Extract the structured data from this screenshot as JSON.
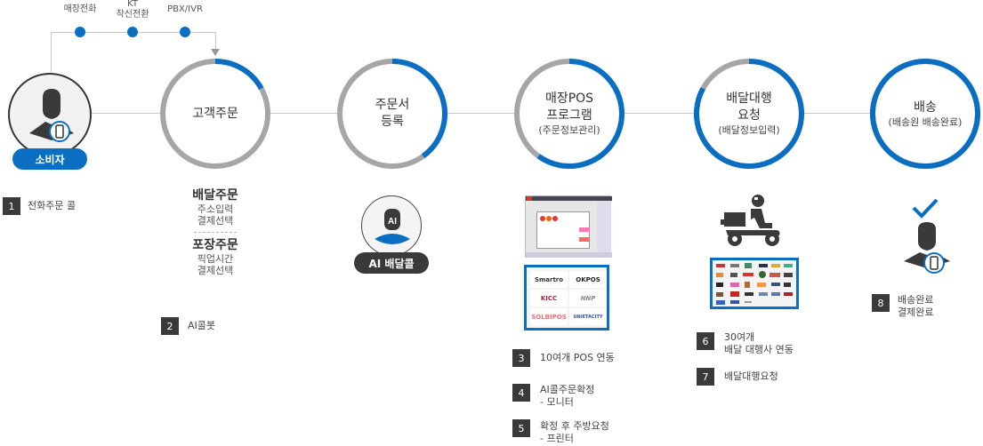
{
  "channels": [
    {
      "label": "매장전화"
    },
    {
      "label": "KT\n착신전환"
    },
    {
      "label": "PBX/IVR"
    }
  ],
  "consumer": {
    "label": "소비자"
  },
  "stages": [
    {
      "title": "고객주문",
      "sub": "",
      "progress": 0.17
    },
    {
      "title": "주문서\n등록",
      "sub": "",
      "progress": 0.4
    },
    {
      "title": "매장POS\n프로그램",
      "sub": "(주문정보관리)",
      "progress": 0.6
    },
    {
      "title": "배달대행\n요청",
      "sub": "(배달정보입력)",
      "progress": 0.83
    },
    {
      "title": "배송",
      "sub": "(배송원 배송완료)",
      "progress": 1.0
    }
  ],
  "order_types": [
    {
      "head": "배달주문",
      "lines": [
        "주소입력",
        "결제선택"
      ]
    },
    {
      "head": "포장주문",
      "lines": [
        "픽업시간",
        "결제선택"
      ]
    }
  ],
  "ai_call": {
    "label": "AI 배달콜",
    "icon_text": "AI"
  },
  "pos_logos": [
    "Smartro",
    "OKPOS",
    "KICC",
    "NNP",
    "SOLBIPOS",
    "UNIETACITY"
  ],
  "steps": [
    {
      "num": "1",
      "text": "전화주문 콜"
    },
    {
      "num": "2",
      "text": "AI콜봇"
    },
    {
      "num": "3",
      "text": "10여개 POS 연동"
    },
    {
      "num": "4",
      "text": "AI콜주문확정\n- 모니터"
    },
    {
      "num": "5",
      "text": "확정 후 주방요청\n- 프린터"
    },
    {
      "num": "6",
      "text": "30여개\n배달 대행사 연동"
    },
    {
      "num": "7",
      "text": "배달대행요청"
    },
    {
      "num": "8",
      "text": "배송완료\n결제완료"
    }
  ],
  "colors": {
    "accent": "#0a6fc2",
    "ring_gray": "#a6a6a6",
    "dark": "#3a3a3a",
    "line": "#c8c8c8"
  }
}
